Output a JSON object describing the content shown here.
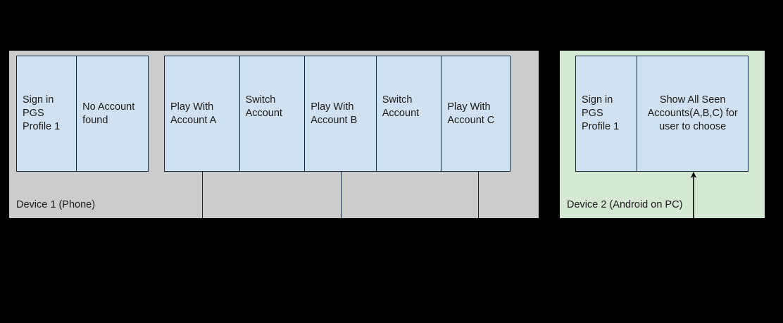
{
  "diagram": {
    "background": "#000000",
    "colors": {
      "lane_device_1": "#cccccc",
      "lane_device_2": "#d5e8d4",
      "node_fill": "#d0e2f2",
      "node_stroke": "#13293d",
      "text": "#1a1a1a"
    },
    "lanes": [
      {
        "id": "device-1",
        "label": "Device 1 (Phone)",
        "fill": "#cccccc"
      },
      {
        "id": "device-2",
        "label": "Device 2 (Android on PC)",
        "fill": "#d5e8d4"
      }
    ],
    "groups": [
      {
        "id": "signin-phone",
        "lane": "device-1",
        "boxes": [
          {
            "id": "sign-in-pgs-profile-1",
            "text": "Sign in PGS Profile 1",
            "align": "left"
          },
          {
            "id": "no-account-found",
            "text": "No Account found",
            "align": "left"
          }
        ]
      },
      {
        "id": "accounts-phone",
        "lane": "device-1",
        "boxes": [
          {
            "id": "play-with-account-a",
            "text": "Play With Account A",
            "align": "left"
          },
          {
            "id": "switch-account-1",
            "text": "Switch Account",
            "align": "left-high"
          },
          {
            "id": "play-with-account-b",
            "text": "Play With Account B",
            "align": "left"
          },
          {
            "id": "switch-account-2",
            "text": "Switch Account",
            "align": "left-high"
          },
          {
            "id": "play-with-account-c",
            "text": "Play With Account C",
            "align": "left"
          }
        ]
      },
      {
        "id": "signin-pc",
        "lane": "device-2",
        "boxes": [
          {
            "id": "sign-in-pgs-profile-1-pc",
            "text": "Sign in PGS Profile 1",
            "align": "left"
          },
          {
            "id": "show-all-seen-accounts",
            "text": "Show All Seen Accounts(A,B,C) for user to choose",
            "align": "center"
          }
        ]
      }
    ],
    "connectors": [
      {
        "id": "drop-line-1",
        "type": "line",
        "from": "switch-account-1",
        "direction": "down"
      },
      {
        "id": "drop-line-2",
        "type": "line",
        "from": "switch-account-2",
        "direction": "down"
      },
      {
        "id": "drop-line-3",
        "type": "line",
        "from": "play-with-account-c",
        "direction": "down"
      },
      {
        "id": "arrow-to-pc-box",
        "type": "arrow",
        "to": "show-all-seen-accounts",
        "direction": "up"
      }
    ]
  }
}
